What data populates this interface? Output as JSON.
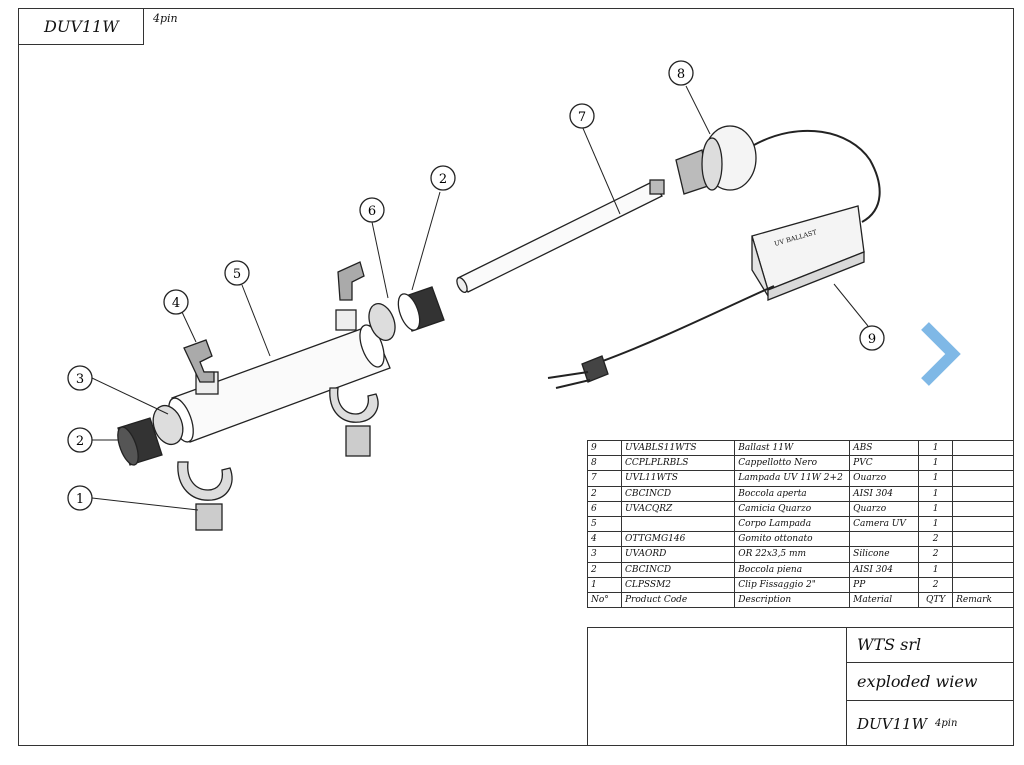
{
  "header": {
    "title": "DUV11W",
    "subtitle": "4pin"
  },
  "callouts": [
    "1",
    "2",
    "2",
    "3",
    "4",
    "5",
    "6",
    "7",
    "8",
    "9"
  ],
  "ballast_label": "UV BALLAST",
  "bom": {
    "rows": [
      [
        "9",
        "UVABLS11WTS",
        "Ballast 11W",
        "ABS",
        "1",
        ""
      ],
      [
        "8",
        "CCPLPLRBLS",
        "Cappellotto Nero",
        "PVC",
        "1",
        ""
      ],
      [
        "7",
        "UVL11WTS",
        "Lampada UV 11W 2+2",
        "Ouarzo",
        "1",
        ""
      ],
      [
        "2",
        "CBCINCD",
        "Boccola aperta",
        "AISI 304",
        "1",
        ""
      ],
      [
        "6",
        "UVACQRZ",
        "Camicia Quarzo",
        "Quarzo",
        "1",
        ""
      ],
      [
        "5",
        "",
        "Corpo Lampada",
        "Camera UV",
        "1",
        ""
      ],
      [
        "4",
        "OTTGMG146",
        "Gomito ottonato",
        "",
        "2",
        ""
      ],
      [
        "3",
        "UVAORD",
        "OR 22x3,5 mm",
        "Silicone",
        "2",
        ""
      ],
      [
        "2",
        "CBCINCD",
        "Boccola piena",
        "AISI 304",
        "1",
        ""
      ],
      [
        "1",
        "CLPSSM2",
        "Clip Fissaggio 2\"",
        "PP",
        "2",
        ""
      ]
    ],
    "headers": [
      "No°",
      "Product Code",
      "Description",
      "Material",
      "QTY",
      "Remark"
    ]
  },
  "title_block": {
    "company": "WTS srl",
    "view": "exploded wiew",
    "model": "DUV11W",
    "model_sub": "4pin"
  },
  "accent_color": "#7fb8e6",
  "next_icon": "chevron-right-icon"
}
